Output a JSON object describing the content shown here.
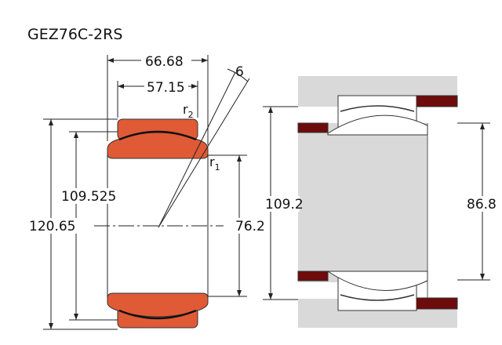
{
  "title": "GEZ76C-2RS",
  "dimensions": {
    "outer_width": "66.68",
    "inner_width": "57.15",
    "angle": "6",
    "r2": "r",
    "r2_sub": "2",
    "r1": "r",
    "r1_sub": "1",
    "mid_diameter": "109.525",
    "outer_diameter": "120.65",
    "bore": "76.2",
    "housing_diameter": "109.2",
    "shaft_shoulder": "86.8"
  },
  "colors": {
    "ring": "#e05a36",
    "seal": "#6e0b0b",
    "housing": "#d9d9d9"
  }
}
